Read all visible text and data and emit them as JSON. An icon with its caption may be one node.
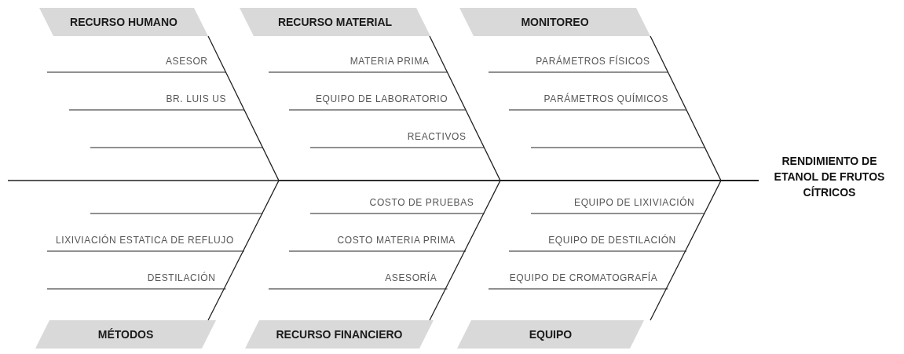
{
  "diagram": {
    "nodes": [
      {
        "text": [
          "RECURSO HUMANO"
        ]
      },
      {
        "text": [
          "RECURSO MATERIAL"
        ]
      },
      {
        "text": [
          "MONITOREO"
        ]
      },
      {
        "text": [
          "RENDIMIENTO DE ETANOL DE FRUTOS CÍTRICOS"
        ]
      },
      {
        "text": [
          "MÉTODOS"
        ]
      },
      {
        "text": [
          "RECURSO FINANCIERO"
        ]
      },
      {
        "text": [
          "EQUIPO"
        ]
      }
    ],
    "edges": [
      {
        "from": 0,
        "to": 3,
        "arrow": "none"
      },
      {
        "from": 1,
        "to": 3,
        "arrow": "none"
      },
      {
        "from": 2,
        "to": 3,
        "arrow": "none"
      },
      {
        "from": 4,
        "to": 3,
        "arrow": "none"
      },
      {
        "from": 5,
        "to": 3,
        "arrow": "none"
      },
      {
        "from": 6,
        "to": 3,
        "arrow": "none"
      }
    ],
    "labels": [
      "ASESOR",
      "MATERIA PRIMA",
      "PARÁMETROS FÍSICOS",
      "BR. LUIS US",
      "EQUIPO DE LABORATORIO",
      "PARÁMETROS QUÍMICOS",
      "REACTIVOS",
      "COSTO DE PRUEBAS",
      "EQUIPO DE LIXIVIACIÓN",
      "LIXIVIACIÓN ESTATICA DE REFLUJO",
      "COSTO MATERIA PRIMA",
      "EQUIPO DE DESTILACIÓN",
      "DESTILACIÓN",
      "ASESORÍA",
      "EQUIPO DE CROMATOGRAFÍA"
    ]
  }
}
